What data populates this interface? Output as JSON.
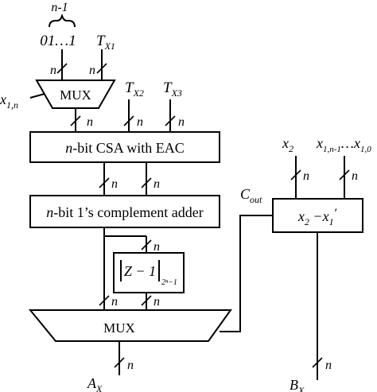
{
  "top_input": {
    "brace_label": "n-1",
    "value": "01…1"
  },
  "labels": {
    "tx1": "T",
    "tx1_sub": "X1",
    "tx2": "T",
    "tx2_sub": "X2",
    "tx3": "T",
    "tx3_sub": "X3",
    "x1n": "x",
    "x1n_sub": "1,n",
    "cout": "C",
    "cout_sub": "out",
    "x2": "x",
    "x2_sub": "2",
    "x1range_a": "x",
    "x1range_a_sub": "1,n-1",
    "x1range_dots": "…",
    "x1range_b": "x",
    "x1range_b_sub": "1,0",
    "ax": "A",
    "ax_sub": "X",
    "bx": "B",
    "bx_sub": "X"
  },
  "blocks": {
    "mux_top": "MUX",
    "csa_n": "n",
    "csa_rest": "-bit CSA with EAC",
    "adder_n": "n",
    "adder_rest": "-bit 1’s complement adder",
    "mod_expr": "Z − 1",
    "mod_sub": "2ⁿ−1",
    "sub_x": "x",
    "sub_x_sub": "2",
    "sub_minus": " −x",
    "sub_x1_sub": "1",
    "sub_prime": "′",
    "mux_bottom": "MUX"
  },
  "bus_width": "n"
}
